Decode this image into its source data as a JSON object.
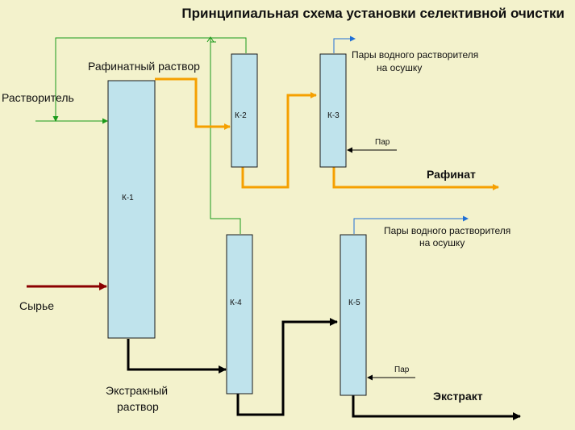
{
  "title": "Принципиальная схема установки селективной очистки",
  "columns": {
    "k1": "К-1",
    "k2": "К-2",
    "k3": "К-3",
    "k4": "К-4",
    "k5": "К-5"
  },
  "labels": {
    "solvent": "Растворитель",
    "raffinate_solution": "Рафинатный раствор",
    "feed": "Сырье",
    "extract_solution_line1": "Экстракный",
    "extract_solution_line2": "раствор",
    "vapors_top_line1": "Пары водного растворителя",
    "vapors_top_line2": "на осушку",
    "vapors_bottom_line1": "Пары водного растворителя",
    "vapors_bottom_line2": "на осушку",
    "steam_k3": "Пар",
    "steam_k5": "Пар",
    "raffinate": "Рафинат",
    "extract": "Экстракт"
  },
  "colors": {
    "background": "#f3f2cc",
    "column_fill": "#bfe3ec",
    "raffinate_stream": "#f5a000",
    "extract_stream": "#000000",
    "solvent_stream": "#1a9a1a",
    "feed_stream": "#8b0000",
    "vapor_stream": "#1f6fd6",
    "steam_stream": "#000000"
  }
}
